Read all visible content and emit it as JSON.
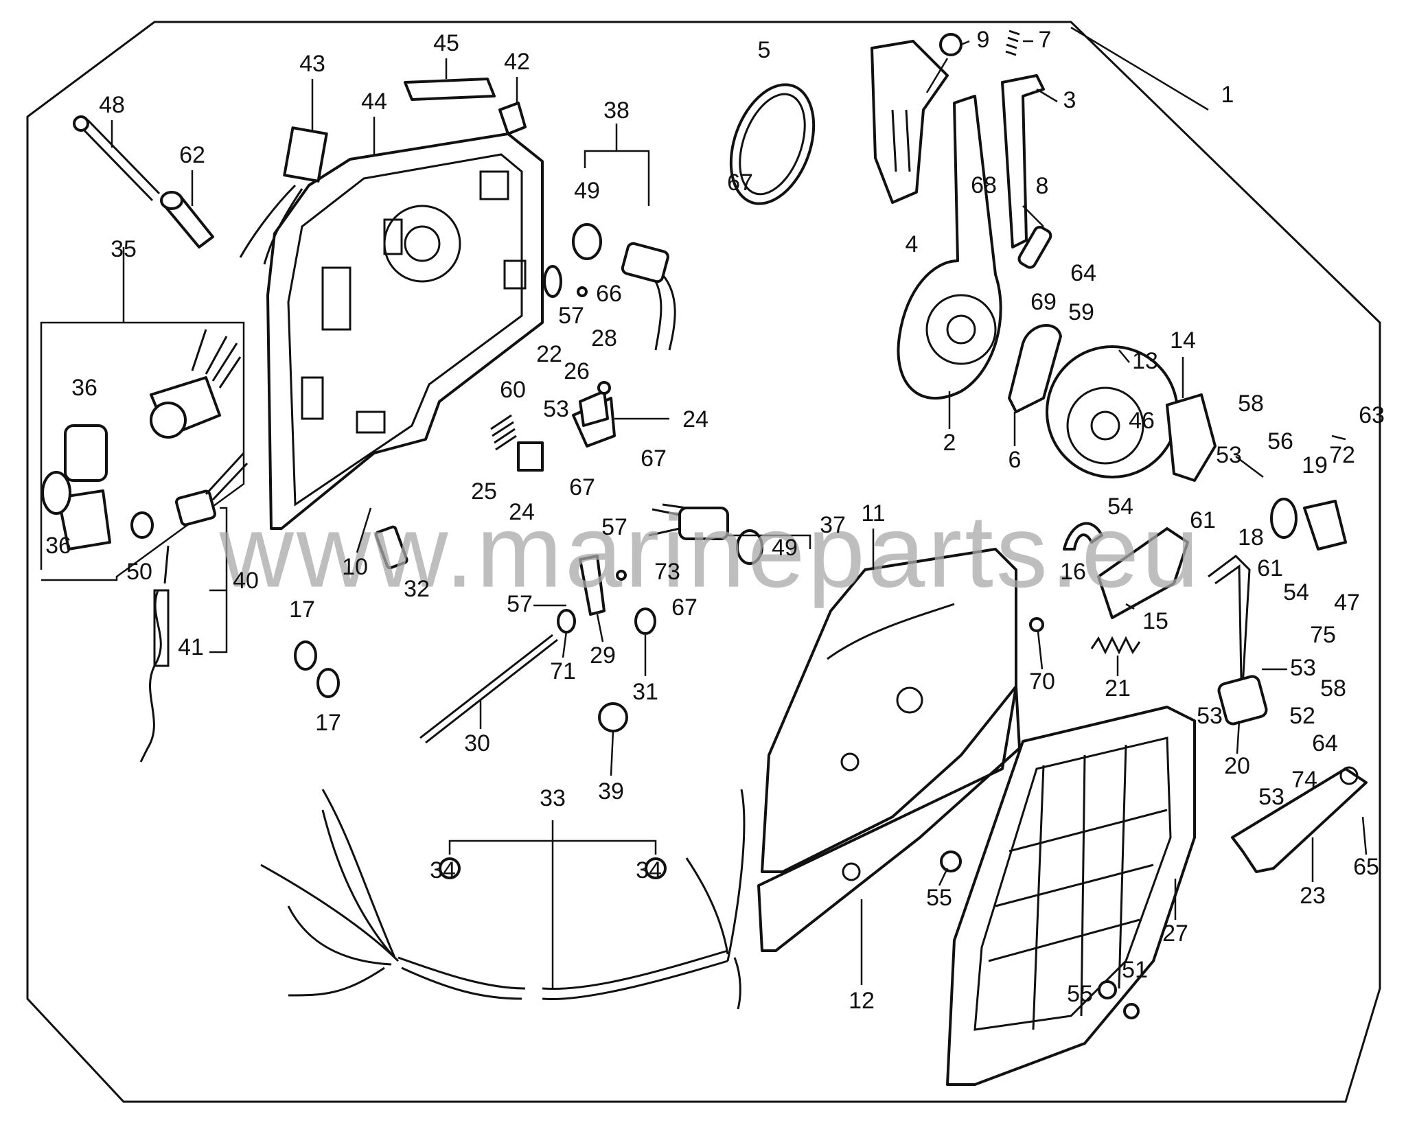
{
  "watermark": "www.marineparts.eu",
  "part_numbers": [
    "1",
    "2",
    "3",
    "4",
    "5",
    "6",
    "7",
    "8",
    "9",
    "10",
    "11",
    "12",
    "13",
    "14",
    "15",
    "16",
    "17",
    "17",
    "18",
    "19",
    "20",
    "21",
    "22",
    "23",
    "24",
    "24",
    "25",
    "26",
    "27",
    "28",
    "29",
    "30",
    "31",
    "32",
    "33",
    "34",
    "34",
    "35",
    "36",
    "36",
    "37",
    "38",
    "39",
    "40",
    "41",
    "42",
    "43",
    "44",
    "45",
    "46",
    "47",
    "48",
    "49",
    "49",
    "50",
    "51",
    "52",
    "53",
    "53",
    "53",
    "53",
    "53",
    "54",
    "54",
    "55",
    "55",
    "56",
    "57",
    "57",
    "57",
    "58",
    "58",
    "59",
    "60",
    "61",
    "61",
    "62",
    "63",
    "64",
    "64",
    "65",
    "66",
    "67",
    "67",
    "67",
    "67",
    "68",
    "69",
    "70",
    "71",
    "72",
    "73",
    "74",
    "75"
  ],
  "colors": {
    "ink": "#111111",
    "paper": "#ffffff",
    "watermark": "#a8a8a8"
  }
}
